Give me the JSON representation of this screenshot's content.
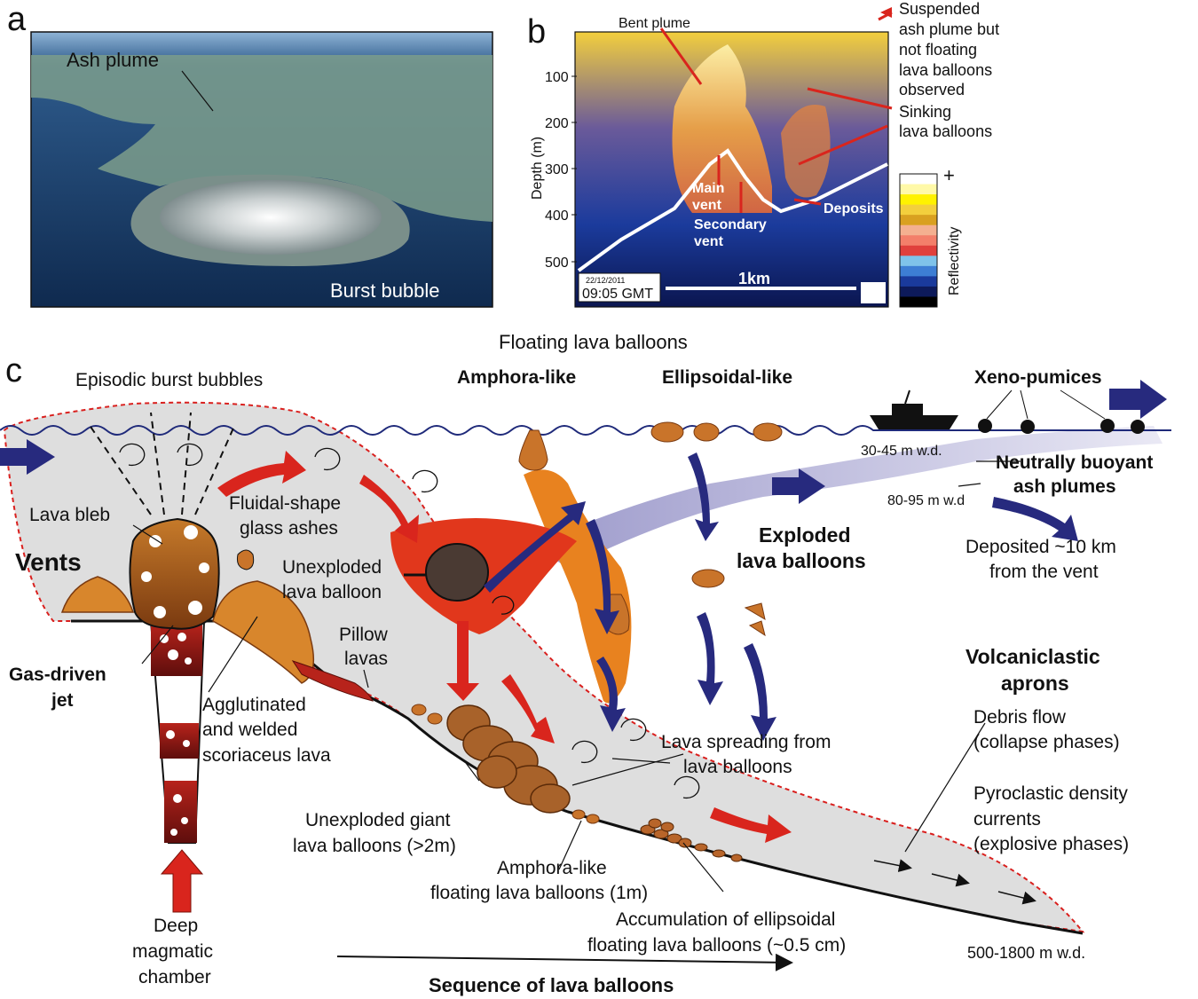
{
  "panels": {
    "a": "a",
    "b": "b",
    "c": "c"
  },
  "panel_a": {
    "ash_plume": "Ash plume",
    "burst_bubble": "Burst bubble"
  },
  "panel_b": {
    "bent_plume": "Bent plume",
    "suspended_1": "Suspended",
    "suspended_2": "ash plume but",
    "suspended_3": "not floating",
    "suspended_4": "lava balloons",
    "suspended_5": "observed",
    "sinking_1": "Sinking",
    "sinking_2": "lava balloons",
    "main_vent_1": "Main",
    "main_vent_2": "vent",
    "secondary_vent_1": "Secondary",
    "secondary_vent_2": "vent",
    "deposits": "Deposits",
    "date": "22/12/2011",
    "time": "09:05 GMT",
    "scale": "1km",
    "depth_label": "Depth (m)",
    "depth_ticks": [
      "100",
      "200",
      "300",
      "400",
      "500"
    ],
    "reflectivity_label": "Reflectivity",
    "plus": "+",
    "reflectivity_colors": [
      "#ffffff",
      "#fff9a8",
      "#fff200",
      "#f3cf3d",
      "#d9a020",
      "#f4b090",
      "#f37f6a",
      "#e0403c",
      "#7fc3ea",
      "#3d7ed4",
      "#1a3a9c",
      "#0d1a5a",
      "#000000"
    ]
  },
  "panel_c": {
    "floating_lava_balloons": "Floating lava balloons",
    "episodic_burst_bubbles": "Episodic burst bubbles",
    "amphora_like": "Amphora-like",
    "ellipsoidal_like": "Ellipsoidal-like",
    "xeno_pumices": "Xeno-pumices",
    "wd_30_45": "30-45 m  w.d.",
    "wd_80_95": "80-95 m w.d",
    "neutrally_1": "Neutrally buoyant",
    "neutrally_2": "ash plumes",
    "deposited_1": "Deposited ~10 km",
    "deposited_2": "from the vent",
    "lava_bleb": "Lava bleb",
    "fluidal_1": "Fluidal-shape",
    "fluidal_2": "glass ashes",
    "vents": "Vents",
    "unexploded_1": "Unexploded",
    "unexploded_2": "lava balloon",
    "exploded_1": "Exploded",
    "exploded_2": "lava balloons",
    "pillow_1": "Pillow",
    "pillow_2": "lavas",
    "gas_1": "Gas-driven",
    "gas_2": "jet",
    "agglutinated_1": "Agglutinated",
    "agglutinated_2": "and welded",
    "agglutinated_3": "scoriaceus lava",
    "volcaniclastic_1": "Volcaniclastic",
    "volcaniclastic_2": "aprons",
    "debris_1": "Debris flow",
    "debris_2": "(collapse phases)",
    "lava_spreading_1": "Lava spreading from",
    "lava_spreading_2": "lava balloons",
    "pyroclastic_1": "Pyroclastic density",
    "pyroclastic_2": "currents",
    "pyroclastic_3": "(explosive phases)",
    "giant_1": "Unexploded giant",
    "giant_2": "lava balloons (>2m)",
    "amphora_float_1": "Amphora-like",
    "amphora_float_2": "floating lava balloons (1m)",
    "accumulation_1": "Accumulation of ellipsoidal",
    "accumulation_2": "floating lava balloons  (~0.5 cm)",
    "deep_1": "Deep",
    "deep_2": "magmatic",
    "deep_3": "chamber",
    "wd_500_1800": "500-1800  m w.d.",
    "sequence": "Sequence of lava balloons"
  },
  "colors": {
    "sea_line": "#1f2a7a",
    "plume_gray": "#dedede",
    "red_dashed": "#d9201e",
    "arrow_red": "#d9251d",
    "arrow_navy": "#272a7e",
    "lava_orange": "#e8821f",
    "lava_red": "#e1371c",
    "ash_lilac": "#b9b7d9"
  }
}
